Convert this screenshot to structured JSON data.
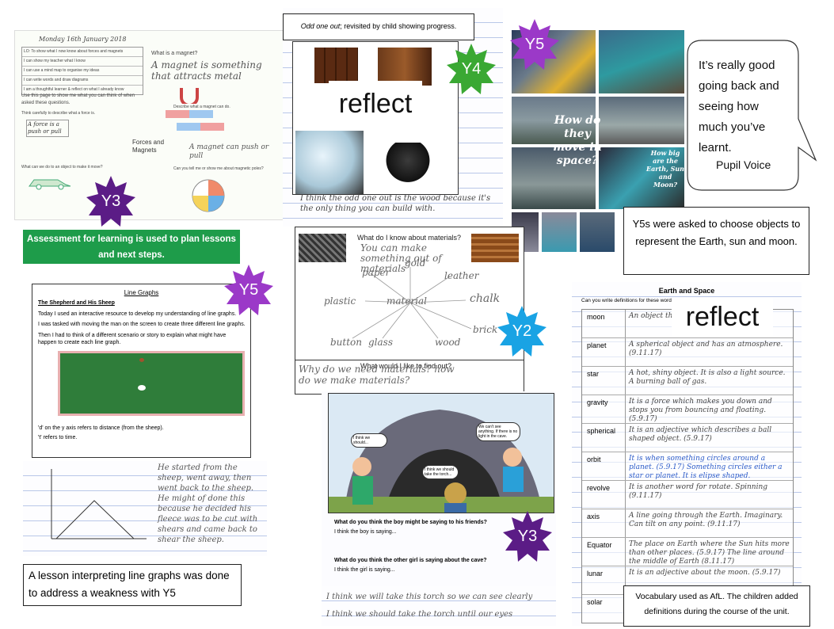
{
  "badges": {
    "y3_top": "Y3",
    "y4": "Y4",
    "y5_top": "Y5",
    "y5_mid": "Y5",
    "y2": "Y2",
    "y3_bottom": "Y3"
  },
  "colors": {
    "y3_badge": "#5b1c86",
    "y4_badge": "#3aa833",
    "y5_badge": "#9b39c8",
    "y2_badge": "#19a3e4",
    "green_box": "#1e9c4a"
  },
  "magnets": {
    "date": "Monday 16th January 2018",
    "what_is_magnet": "What is a magnet?",
    "answer": "A magnet is something that attracts metal",
    "lo_rows": [
      "LO: To show what I now know about forces and magnets",
      "I can show my teacher what I know",
      "I can use a mind map to organise my ideas",
      "I can write words and draw diagrams",
      "I am a thoughtful learner & reflect on what I already know"
    ],
    "use_page": "Use this page to show me what you can think of when asked these questions.",
    "describe": "Describe what a magnet can do.",
    "what_is_force": "Think carefully to describe what a force is.",
    "force_answer": "A force is a push or pull",
    "forces_magnets": "Forces and Magnets",
    "how_magnet_works": "A magnet can push or pull",
    "what_else": "Can you tell me or show me about magnetic poles?",
    "object_q": "What can we do to an object to make it move?"
  },
  "odd_one_out": {
    "caption_italic": "Odd one out",
    "caption_rest": "; revisited by child showing progress.",
    "reflect": "reflect",
    "handwriting": "I think the odd one out is the wood because it's the only thing you can build with."
  },
  "pupil_voice": {
    "quote": "It’s really good going back and seeing how much you’ve learnt.",
    "attribution": "Pupil Voice"
  },
  "space": {
    "overlay1": "How do they move in space?",
    "overlay2": "How big are the Earth, Sun and Moon?",
    "caption": "Y5s were asked to choose objects to represent the Earth, sun and moon."
  },
  "assessment": {
    "text": "Assessment for learning is used to plan lessons and next steps."
  },
  "materials": {
    "title": "What do I know about materials?",
    "centre": "material",
    "words": [
      "You can make something out of materials",
      "paper",
      "gold",
      "leather",
      "plastic",
      "chalk",
      "brick",
      "button",
      "glass",
      "wood"
    ],
    "find_out_title": "What would I like to find out?",
    "find_out_q": "Why do we need materials? how do we make materials?"
  },
  "line_graphs": {
    "title": "Line Graphs",
    "subtitle": "The Shepherd and His Sheep",
    "p1": "Today I used an interactive resource to develop my understanding of line graphs.",
    "p2": "I was tasked with moving the man on the screen to create three different line graphs.",
    "p3": "Then I had to think of a different scenario or story to explain what might have happen to create each line graph.",
    "d_axis": "'d' on the y axis refers to distance (from the sheep).",
    "t_axis": "'t' refers to time.",
    "handwriting": "He started from the sheep, went away, then went back to the sheep. He might of done this because he decided his fleece was to be cut with shears and came back to shear the sheep.",
    "caption": "A lesson interpreting  line graphs was done to address a weakness with Y5"
  },
  "cave": {
    "bubble1": "I think we should...",
    "bubble2": "We can't see anything. If there is no light in the cave.",
    "bubble3": "I think we should take the torch...",
    "q1": "What do you think the boy might be saying to his friends?",
    "a1": "I think the boy is saying...",
    "q2": "What do you think the other girl is saying about the cave?",
    "a2": "I think the girl is saying...",
    "hand1": "I think we will take this torch so we can see clearly",
    "hand2": "I think we should take the torch until our eyes"
  },
  "earth_space": {
    "title": "Earth and Space",
    "question": "Can you write definitions for these words?",
    "reflect": "reflect",
    "rows": [
      {
        "word": "moon",
        "def": "An object that doesn't orbit..."
      },
      {
        "word": "planet",
        "def": "A spherical object and has an atmosphere. (9.11.17)"
      },
      {
        "word": "star",
        "def": "A hot, shiny object. It is also a light source. A burning ball of gas."
      },
      {
        "word": "gravity",
        "def": "It is a force which makes you down and stops you from bouncing and floating. (5.9.17)"
      },
      {
        "word": "spherical",
        "def": "It is an adjective which describes a ball shaped object. (5.9.17)"
      },
      {
        "word": "orbit",
        "def": "It is when something circles around a planet. (5.9.17) Something circles either a star or planet. It is elipse shaped."
      },
      {
        "word": "revolve",
        "def": "It is another word for rotate. Spinning (9.11.17)"
      },
      {
        "word": "axis",
        "def": "A line going through the Earth. Imaginary. Can tilt on any point. (9.11.17)"
      },
      {
        "word": "Equator",
        "def": "The place on Earth where the Sun hits more than other places. (5.9.17) The line around the middle of Earth (8.11.17)"
      },
      {
        "word": "lunar",
        "def": "It is an adjective about the moon. (5.9.17)"
      },
      {
        "word": "solar",
        "def": ""
      }
    ],
    "caption": "Vocabulary used as AfL. The children added definitions during the course of the unit."
  }
}
